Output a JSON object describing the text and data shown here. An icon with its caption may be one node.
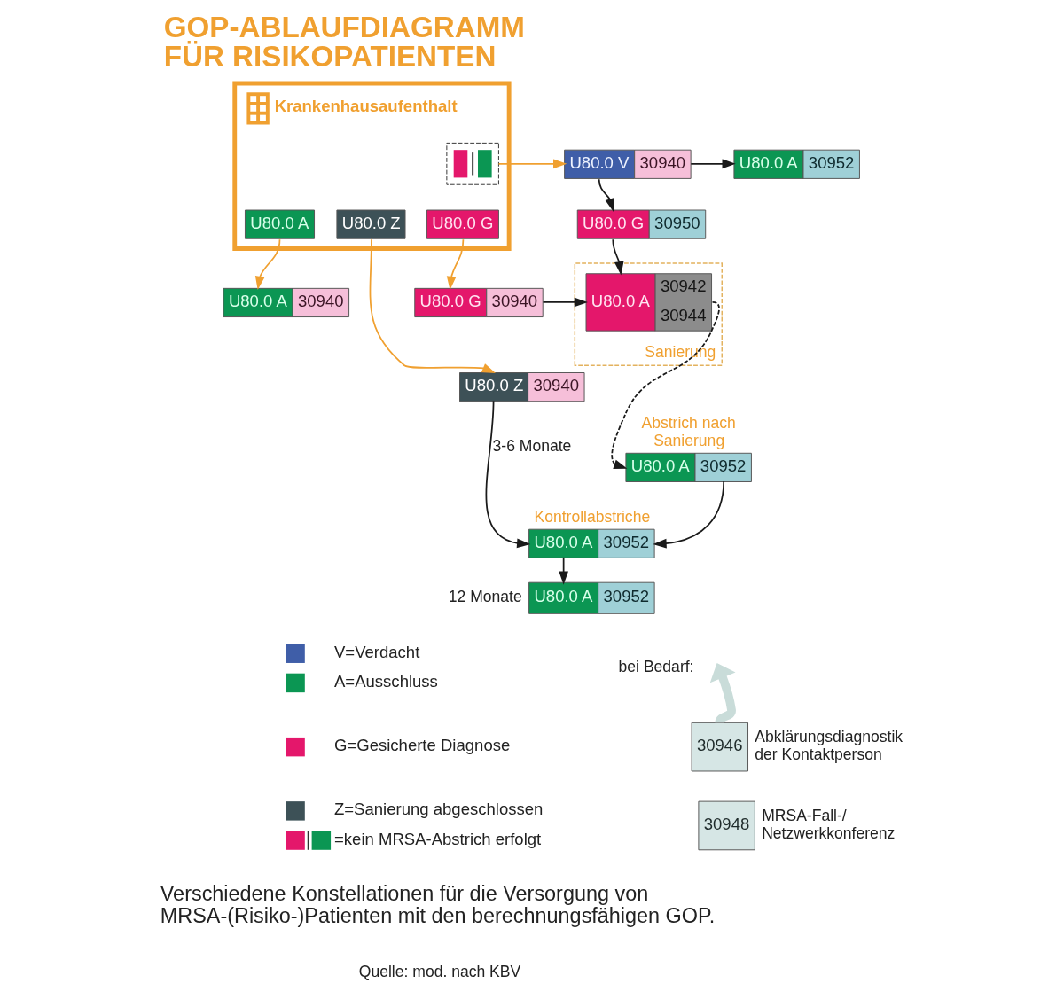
{
  "diagram": {
    "title": "GOP-ABLAUFDIAGRAMM FÜR RISIKOPATIENTEN",
    "caption": "Verschiedene Konstellationen für die Versorgung von MRSA-(Risiko-)Patienten mit den berechnungsfähigen GOP.",
    "nodes": [
      {
        "text": [
          "Krankenhausaufenthalt"
        ]
      },
      {
        "text": [],
        "shape": "box",
        "in": 0
      },
      {
        "text": [
          "U80.0 A"
        ],
        "in": 0
      },
      {
        "text": [
          "U80.0 Z"
        ],
        "in": 0
      },
      {
        "text": [
          "U80.0 G"
        ],
        "in": 0
      },
      {
        "text": [
          "U80.0 V",
          "30940"
        ]
      },
      {
        "text": [
          "U80.0 A",
          "30952"
        ]
      },
      {
        "text": [
          "U80.0 G",
          "30950"
        ]
      },
      {
        "text": [
          "U80.0 A",
          "30940"
        ]
      },
      {
        "text": [
          "U80.0 G",
          "30940"
        ]
      },
      {
        "text": [
          "Sanierung"
        ]
      },
      {
        "text": [
          "U80.0 A",
          "30942",
          "30944"
        ],
        "in": 10
      },
      {
        "text": [
          "Abstrich nach Sanierung",
          "U80.0 A",
          "30952"
        ]
      },
      {
        "text": [
          "U80.0 Z",
          "30940"
        ]
      },
      {
        "text": [
          "Kontrollabstriche",
          "U80.0 A",
          "30952"
        ]
      },
      {
        "text": [
          "U80.0 A",
          "30952"
        ],
        "beside": [
          "12 Monate"
        ]
      },
      {
        "text": [
          "30946"
        ],
        "beside": [
          "Abklärungsdiagnostik der Kontaktperson"
        ]
      },
      {
        "text": [
          "30948"
        ],
        "beside": [
          "MRSA-Fall-/ Netzwerkkonferenz"
        ]
      }
    ],
    "edges": [
      {
        "from": 1,
        "to": 5,
        "arrow": "to",
        "color": "#f0a030"
      },
      {
        "from": 5,
        "to": 6,
        "arrow": "to"
      },
      {
        "from": 5,
        "to": 7,
        "arrow": "to"
      },
      {
        "from": 7,
        "to": 11,
        "arrow": "to"
      },
      {
        "from": 2,
        "to": 8,
        "arrow": "to",
        "color": "#f0a030"
      },
      {
        "from": 3,
        "to": 13,
        "arrow": "to",
        "color": "#f0a030"
      },
      {
        "from": 4,
        "to": 9,
        "arrow": "to",
        "color": "#f0a030"
      },
      {
        "from": 9,
        "to": 11,
        "arrow": "to"
      },
      {
        "from": 11,
        "to": 12,
        "arrow": "to",
        "style": "dashed"
      },
      {
        "from": 12,
        "to": 14,
        "arrow": "to"
      },
      {
        "from": 13,
        "to": 14,
        "arrow": "to",
        "label": "3-6 Monate"
      },
      {
        "from": 14,
        "to": 15,
        "arrow": "to"
      },
      {
        "from": 16,
        "to": null,
        "arrow": "to",
        "style": "thick",
        "color": "#c9dcd9"
      }
    ],
    "labels": [
      "bei Bedarf:",
      "Quelle: mod. nach KBV"
    ],
    "legend": [
      {
        "text": "V=Verdacht",
        "color": "#3f5ea8"
      },
      {
        "text": "A=Ausschluss",
        "color": "#0b9653"
      },
      {
        "text": "G=Gesicherte Diagnose",
        "color": "#e4176b"
      },
      {
        "text": "Z=Sanierung abgeschlossen",
        "color": "#3d5157"
      },
      {
        "text": "=kein MRSA-Abstrich erfolgt"
      }
    ]
  }
}
